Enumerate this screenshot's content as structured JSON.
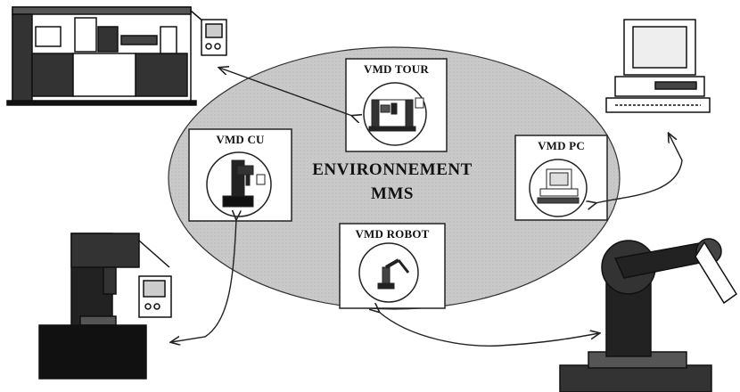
{
  "diagram": {
    "environment_label_line1": "ENVIRONNEMENT",
    "environment_label_line2": "MMS",
    "vmd_nodes": [
      {
        "id": "tour",
        "label": "VMD TOUR"
      },
      {
        "id": "cu",
        "label": "VMD CU"
      },
      {
        "id": "pc",
        "label": "VMD PC"
      },
      {
        "id": "robot",
        "label": "VMD ROBOT"
      }
    ],
    "colors": {
      "ellipse_fill": "#c9c9c9",
      "line": "#222222",
      "box_fill": "#ffffff"
    }
  }
}
